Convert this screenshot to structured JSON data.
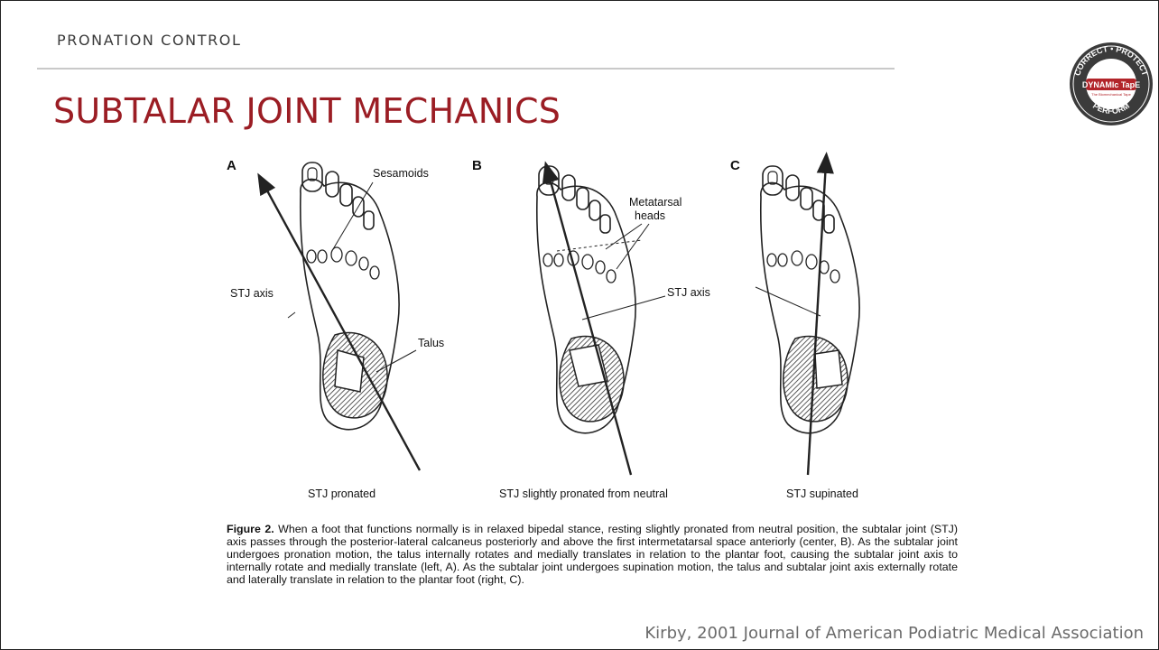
{
  "header": {
    "section": "PRONATION CONTROL",
    "title": "SUBTALAR JOINT MECHANICS"
  },
  "logo": {
    "brand": "DYNAMIc TapE",
    "tagline": "The Biomechanical Tape",
    "ring_top": "CORRECT • PROTECT",
    "ring_bottom": "PERFORM",
    "colors": {
      "dark": "#3b3b3b",
      "accent": "#b2242a"
    }
  },
  "figure": {
    "panels": [
      {
        "letter": "A",
        "caption": "STJ pronated"
      },
      {
        "letter": "B",
        "caption": "STJ slightly pronated from neutral"
      },
      {
        "letter": "C",
        "caption": "STJ supinated"
      }
    ],
    "labels": {
      "sesamoids": "Sesamoids",
      "talus": "Talus",
      "stj_axis_a": "STJ axis",
      "metatarsal_1": "Metatarsal",
      "metatarsal_2": "heads",
      "stj_axis_bc": "STJ axis"
    },
    "caption_lead": "Figure 2.",
    "caption_text": "When a foot that functions normally is in relaxed bipedal stance, resting slightly pronated from neutral position, the subtalar joint (STJ) axis passes through the posterior-lateral calcaneus posteriorly and above the first intermetatarsal space anteriorly (center, B). As the subtalar joint undergoes pronation motion, the talus internally rotates and medially translates in relation to the plantar foot, causing the subtalar joint axis to internally rotate and medially translate (left, A). As the subtalar joint undergoes supination motion, the talus and subtalar joint axis externally rotate and laterally translate in relation to the plantar foot (right, C)."
  },
  "citation": "Kirby, 2001 Journal of American Podiatric Medical Association",
  "colors": {
    "title": "#9b1d24",
    "rule": "#c9c9c9"
  }
}
